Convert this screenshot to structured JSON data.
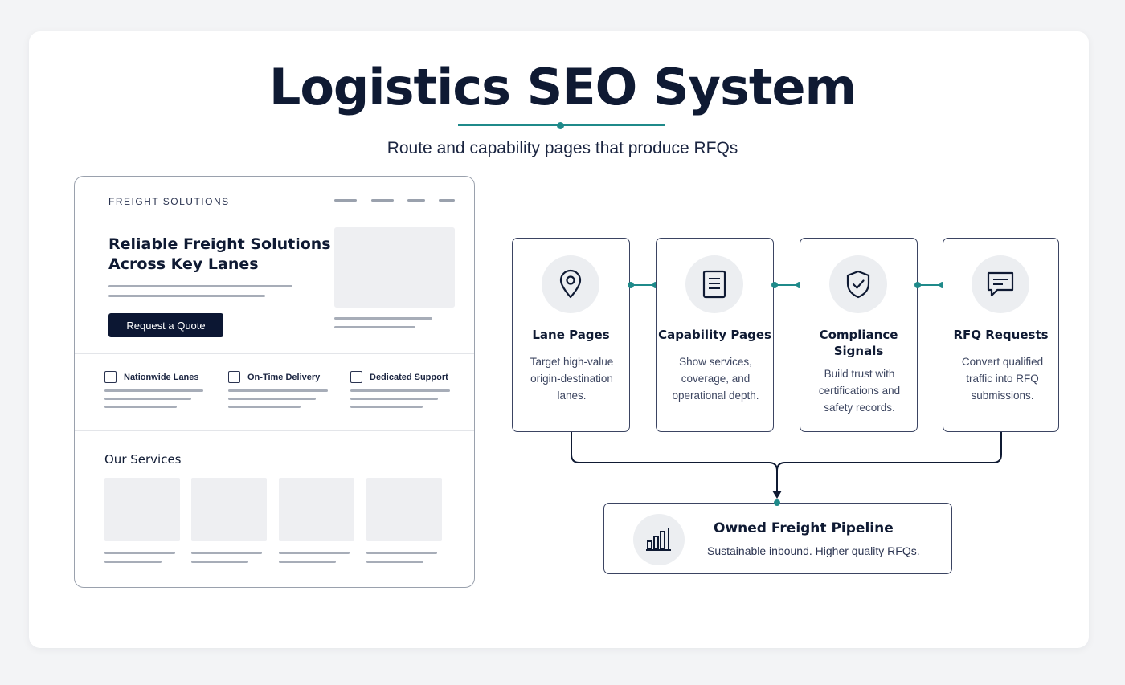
{
  "header": {
    "title": "Logistics SEO System",
    "subtitle": "Route and capability pages that produce RFQs",
    "accent_color": "#1f8a8a"
  },
  "mockup": {
    "brand": "FREIGHT SOLUTIONS",
    "hero_title": "Reliable Freight Solutions Across Key Lanes",
    "cta_label": "Request a Quote",
    "features": [
      {
        "label": "Nationwide Lanes"
      },
      {
        "label": "On-Time Delivery"
      },
      {
        "label": "Dedicated Support"
      }
    ],
    "services_title": "Our Services"
  },
  "flow": {
    "nodes": [
      {
        "title": "Lane Pages",
        "desc": "Target high-value origin-destination lanes.",
        "icon": "map-pin-icon"
      },
      {
        "title": "Capability Pages",
        "desc": "Show services, coverage, and operational depth.",
        "icon": "document-icon"
      },
      {
        "title": "Compliance Signals",
        "desc": "Build trust with certifications and safety records.",
        "icon": "shield-check-icon"
      },
      {
        "title": "RFQ Requests",
        "desc": "Convert qualified traffic into RFQ submissions.",
        "icon": "chat-message-icon"
      }
    ],
    "output": {
      "title": "Owned Freight Pipeline",
      "desc": "Sustainable inbound. Higher quality RFQs.",
      "icon": "bar-chart-icon"
    }
  }
}
